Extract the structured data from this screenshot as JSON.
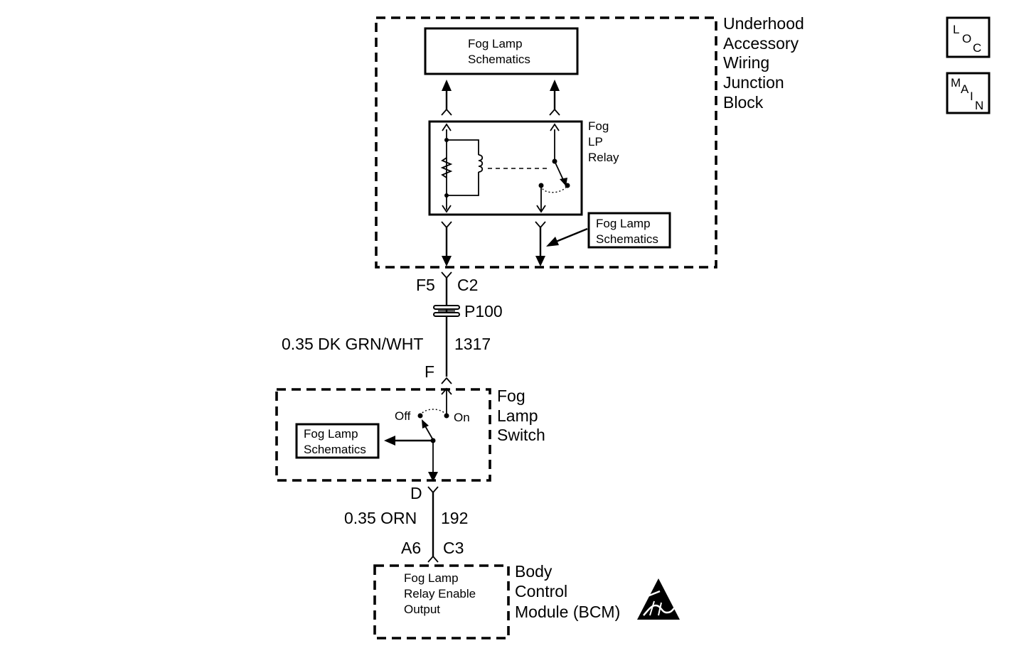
{
  "underhood_block": {
    "label_lines": [
      "Underhood",
      "Accessory",
      "Wiring",
      "Junction",
      "Block"
    ]
  },
  "fog_lamp_schematics_top": {
    "lines": [
      "Fog Lamp",
      "Schematics"
    ]
  },
  "fog_lp_relay": {
    "lines": [
      "Fog",
      "LP",
      "Relay"
    ]
  },
  "fog_lamp_schematics_relay": {
    "lines": [
      "Fog Lamp",
      "Schematics"
    ]
  },
  "connector_c2": {
    "pin": "F5",
    "connector": "C2"
  },
  "splice": {
    "label": "P100"
  },
  "wire_1317": {
    "gauge_color": "0.35 DK GRN/WHT",
    "circuit": "1317"
  },
  "switch_connector_top": {
    "pin": "F"
  },
  "fog_lamp_switch": {
    "label_lines": [
      "Fog",
      "Lamp",
      "Switch"
    ],
    "off_label": "Off",
    "on_label": "On"
  },
  "fog_lamp_schematics_switch": {
    "lines": [
      "Fog Lamp",
      "Schematics"
    ]
  },
  "switch_connector_bottom": {
    "pin": "D"
  },
  "wire_192": {
    "gauge_color": "0.35 ORN",
    "circuit": "192"
  },
  "connector_c3": {
    "pin": "A6",
    "connector": "C3"
  },
  "bcm": {
    "label_lines": [
      "Body",
      "Control",
      "Module (BCM)"
    ],
    "output_lines": [
      "Fog Lamp",
      "Relay Enable",
      "Output"
    ],
    "esd_icon": "esd-sensitive-icon"
  },
  "nav": {
    "loc": [
      "L",
      "O",
      "C"
    ],
    "main": [
      "M",
      "A",
      "I",
      "N"
    ]
  }
}
